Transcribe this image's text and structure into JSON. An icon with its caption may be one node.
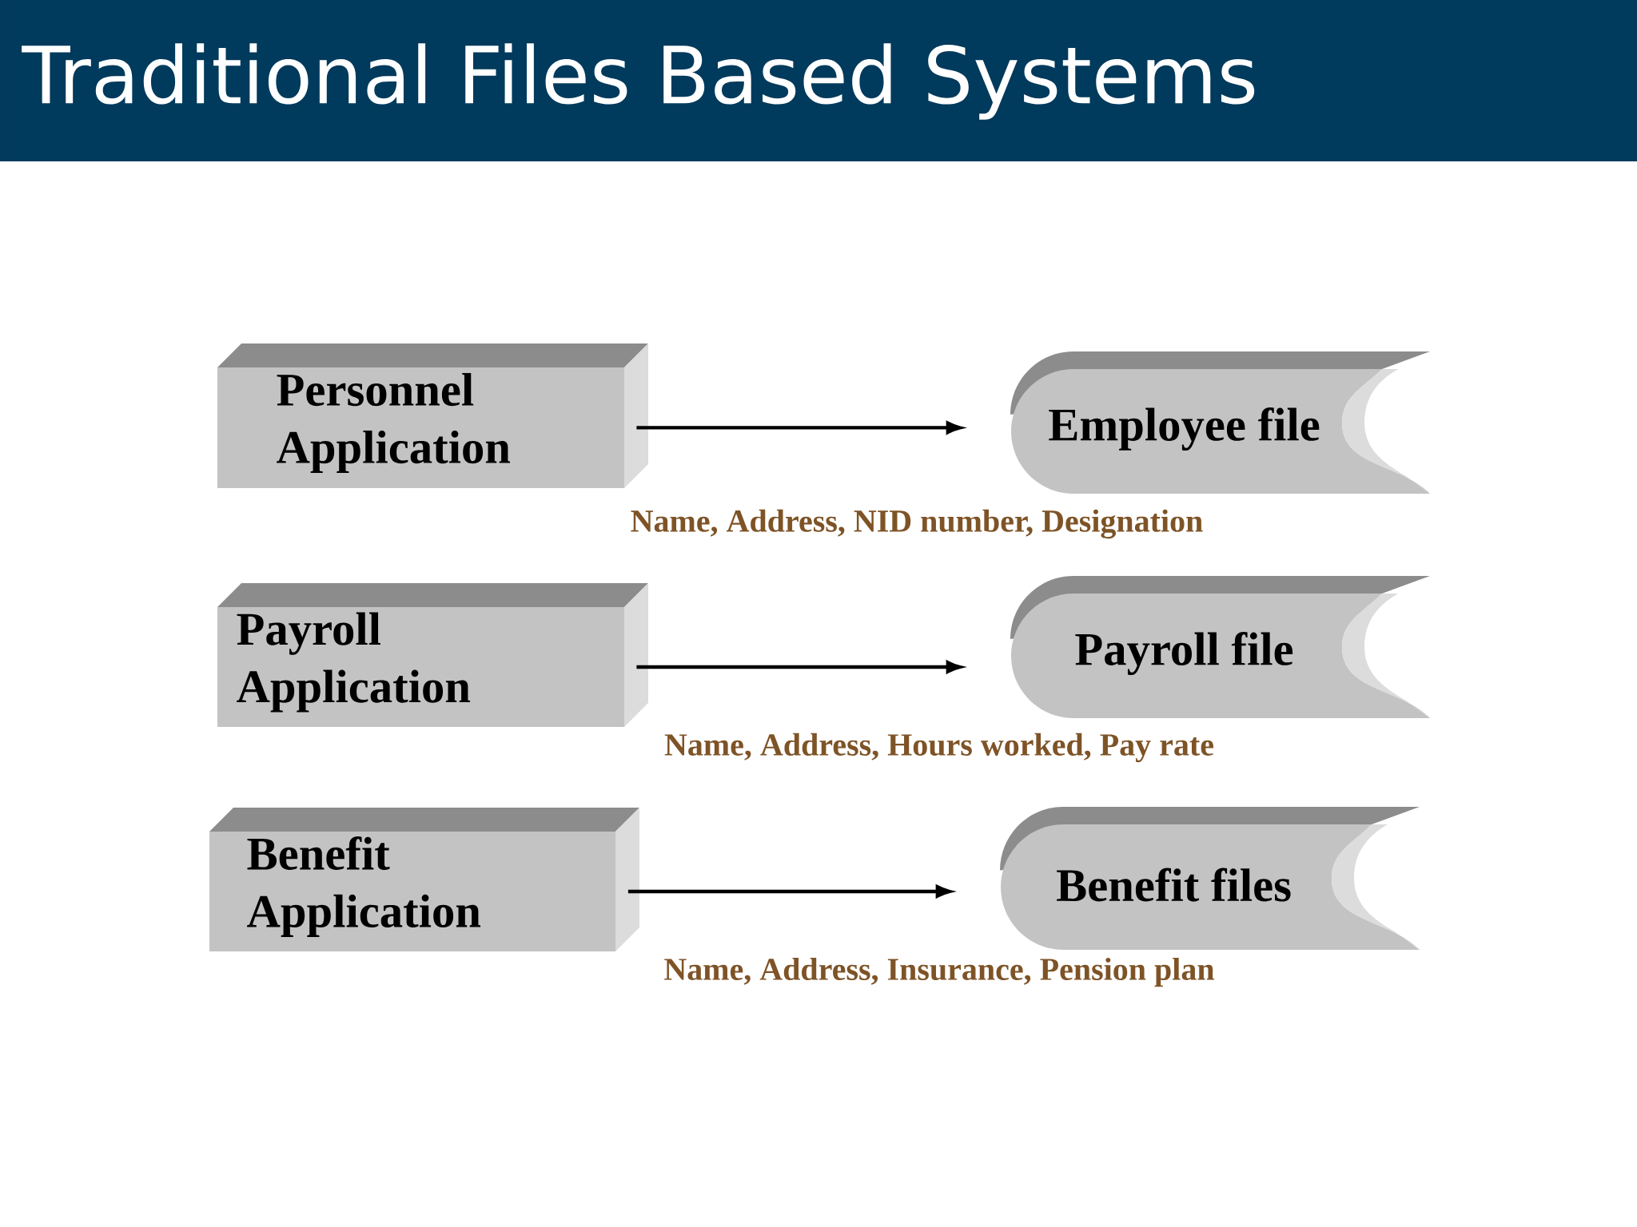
{
  "diagram": {
    "title": "Traditional Files Based Systems",
    "nodes": [
      {
        "text": [
          "Personnel Application"
        ]
      },
      {
        "text": [
          "Employee file"
        ],
        "beside": [
          "Name, Address, NID number, Designation"
        ]
      },
      {
        "text": [
          "Payroll Application"
        ]
      },
      {
        "text": [
          "Payroll file"
        ],
        "beside": [
          "Name, Address, Hours worked, Pay rate"
        ]
      },
      {
        "text": [
          "Benefit Application"
        ]
      },
      {
        "text": [
          "Benefit files"
        ],
        "beside": [
          "Name, Address, Insurance, Pension plan"
        ]
      }
    ],
    "edges": [
      {
        "from": 0,
        "to": 1,
        "arrow": "to"
      },
      {
        "from": 2,
        "to": 3,
        "arrow": "to"
      },
      {
        "from": 4,
        "to": 5,
        "arrow": "to"
      }
    ]
  }
}
